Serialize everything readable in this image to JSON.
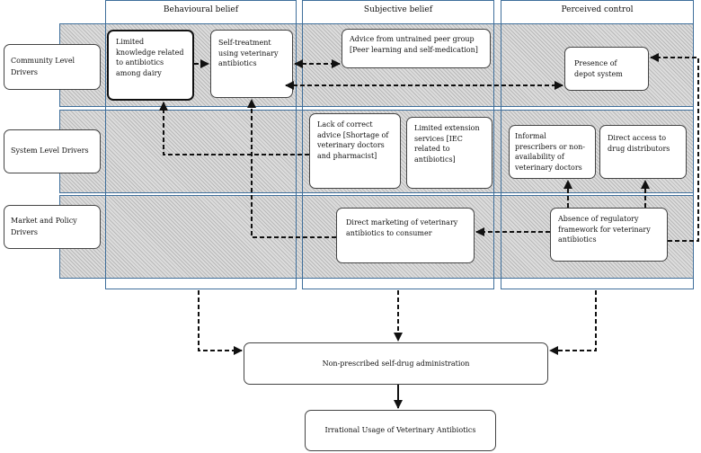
{
  "columns": {
    "behavioural": "Behavioural belief",
    "subjective": "Subjective belief",
    "perceived": "Perceived control"
  },
  "rows": {
    "community": "Community Level Drivers",
    "system": "System Level Drivers",
    "market": "Market and Policy Drivers"
  },
  "nodes": {
    "limited_knowledge": "Limited knowledge related to antibiotics among dairy",
    "self_treatment": "Self-treatment using veterinary antibiotics",
    "advice_untrained": "Advice from untrained peer group [Peer learning and self-medication]",
    "depot_system": "Presence of depot system",
    "lack_of_advice": "Lack of correct advice [Shortage of veterinary doctors and pharmacist]",
    "limited_extension": "Limited extension services [IEC related to antibiotics]",
    "informal_prescribers": "Informal prescribers or non-availability of veterinary doctors",
    "direct_access": "Direct access to drug distributors",
    "direct_marketing": "Direct marketing of veterinary antibiotics to consumer",
    "absence_framework": "Absence of regulatory framework for veterinary antibiotics",
    "non_prescribed": "Non-prescribed self-drug administration",
    "irrational_usage": "Irrational Usage of Veterinary Antibiotics"
  },
  "colors": {
    "frame": "#3f6f9b",
    "band": "#dcdcdc",
    "arrow": "#111111"
  }
}
